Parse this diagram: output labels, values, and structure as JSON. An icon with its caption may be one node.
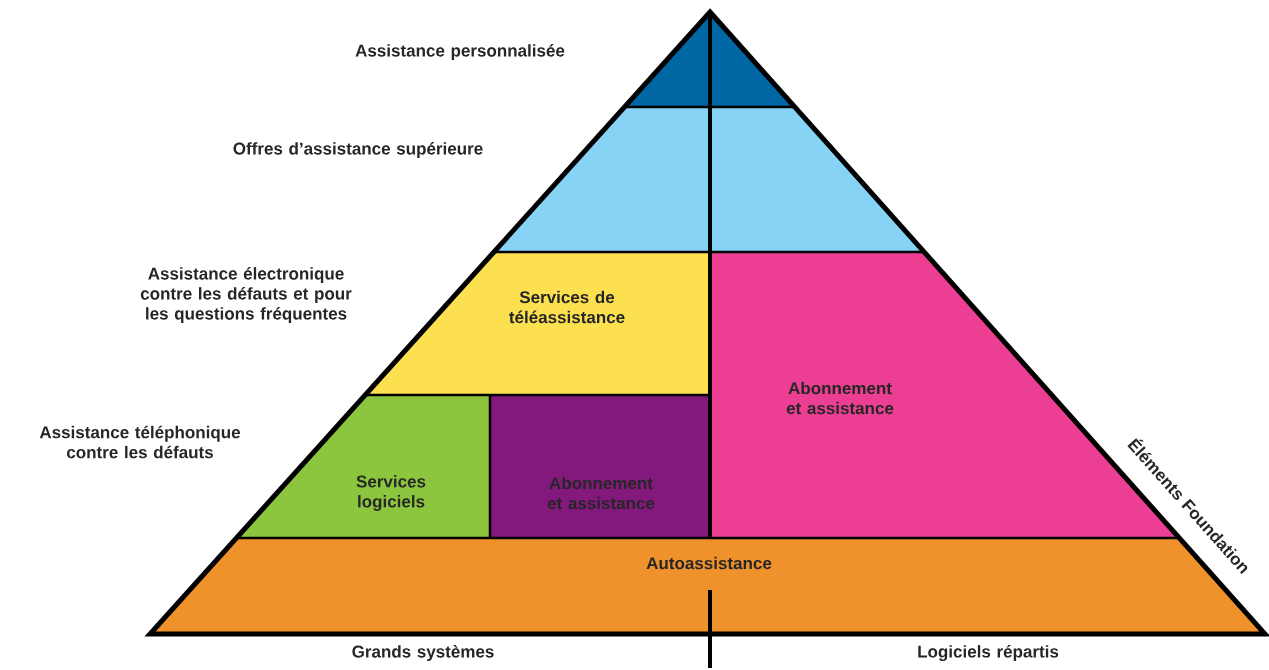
{
  "diagram": {
    "nodes": [
      {
        "text": [],
        "shape": "triangle",
        "beside": [
          "Assistance personnalisée"
        ]
      },
      {
        "text": [],
        "shape": "band",
        "beside": [
          "Offres d’assistance supérieure"
        ]
      },
      {
        "text": [
          "Services de téléassistance"
        ],
        "beside": [
          "Assistance électronique contre les défauts et pour les questions fréquentes"
        ]
      },
      {
        "text": [
          "Abonnement et assistance"
        ]
      },
      {
        "text": [
          "Services logiciels"
        ],
        "beside": [
          "Assistance téléphonique contre les défauts"
        ]
      },
      {
        "text": [
          "Abonnement et assistance"
        ]
      },
      {
        "text": [
          "Autoassistance"
        ]
      }
    ],
    "labels": [
      "Éléments Foundation",
      "Grands systèmes",
      "Logiciels répartis"
    ]
  }
}
